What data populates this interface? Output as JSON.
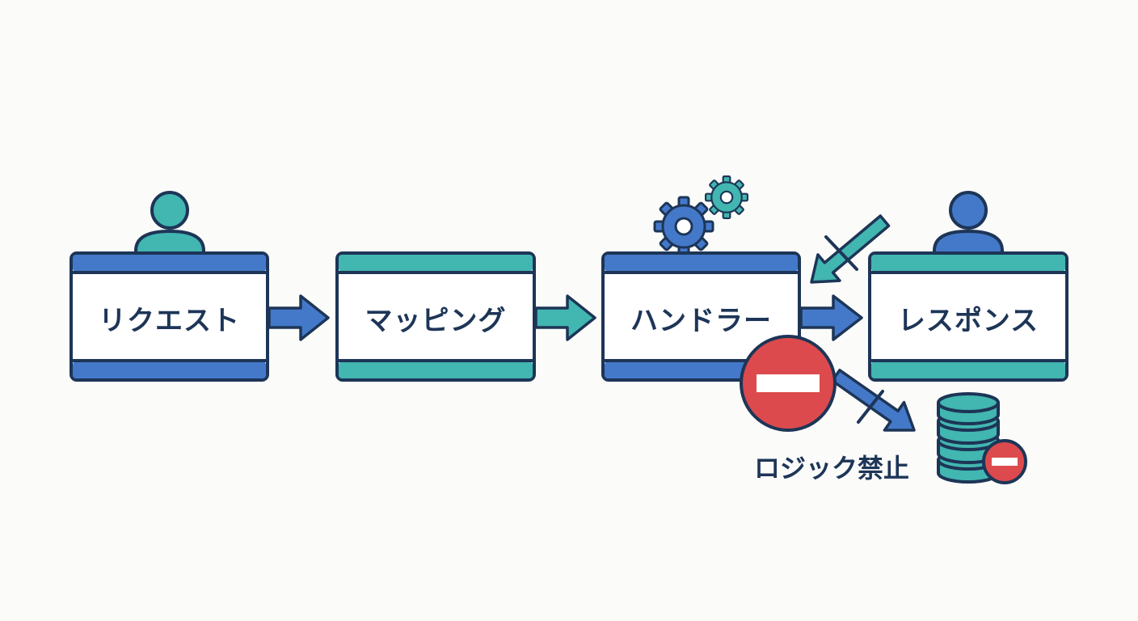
{
  "colors": {
    "navy": "#1d3557",
    "blue": "#4479c9",
    "teal": "#42b6b0",
    "red": "#dc4a4d",
    "white": "#ffffff"
  },
  "diagram": {
    "steps": [
      {
        "label": "リクエスト",
        "accent": "blue",
        "icon": "user-icon"
      },
      {
        "label": "マッピング",
        "accent": "teal",
        "icon": ""
      },
      {
        "label": "ハンドラー",
        "accent": "blue",
        "icon": "gears-icon"
      },
      {
        "label": "レスポンス",
        "accent": "teal",
        "icon": "user-icon"
      }
    ],
    "warning": {
      "label": "ロジック禁止",
      "icons": [
        "no-entry-icon",
        "database-icon",
        "no-entry-small-icon"
      ]
    }
  }
}
